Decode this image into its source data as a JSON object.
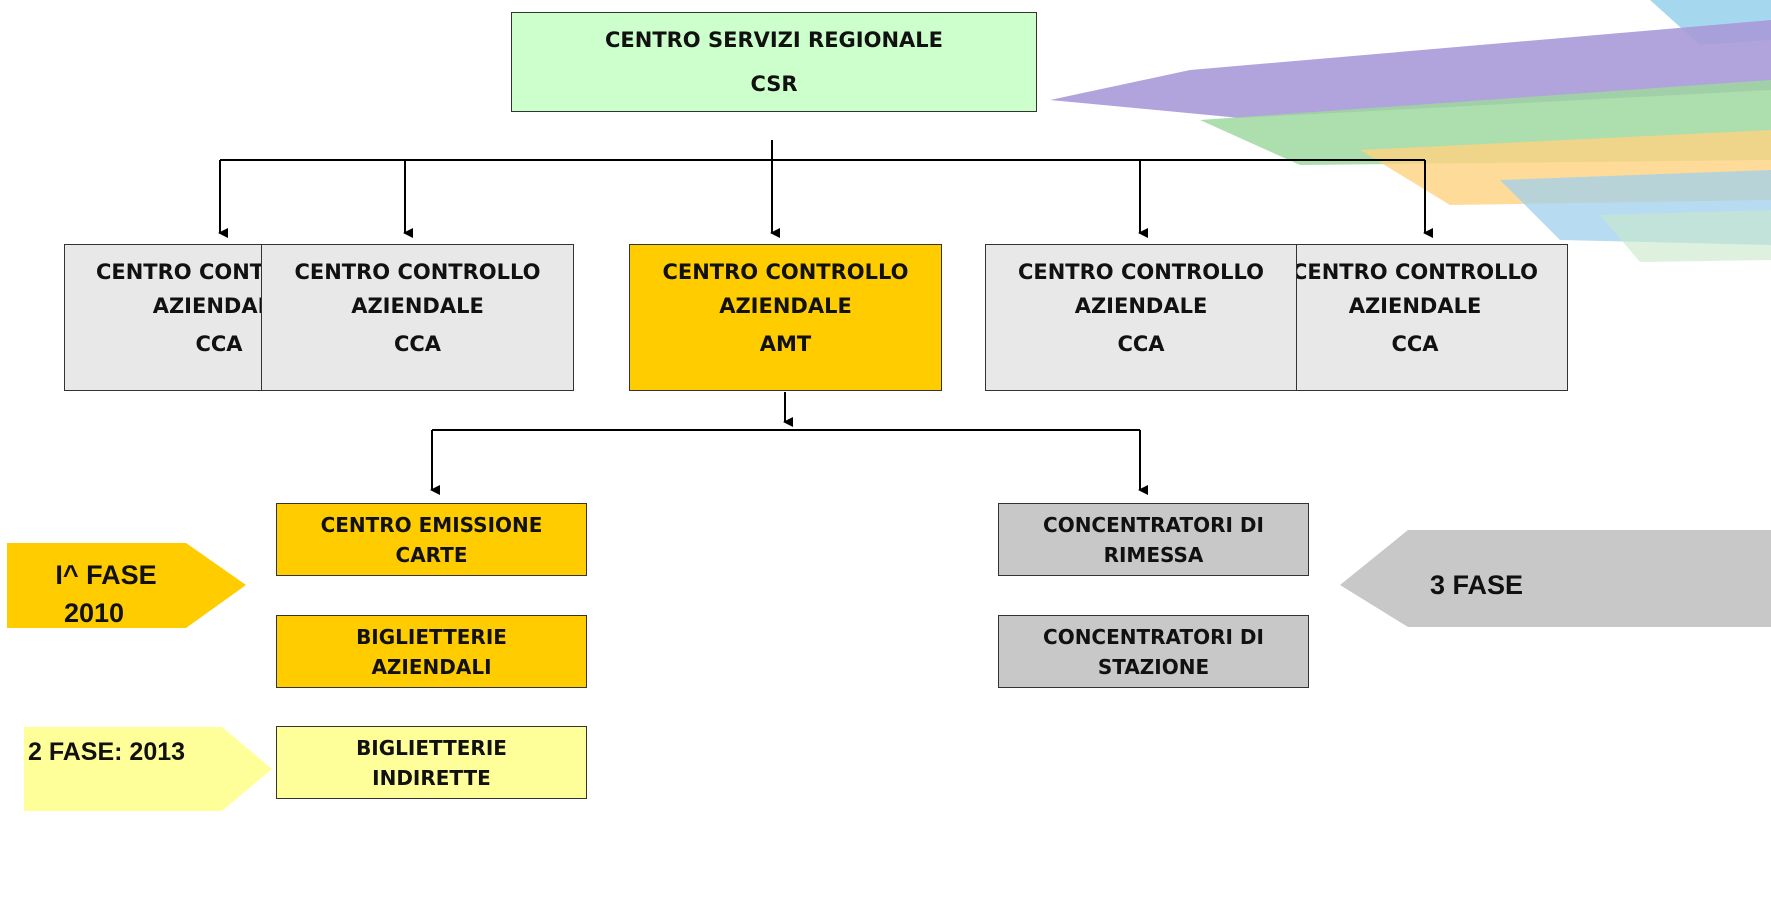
{
  "colors": {
    "csr": "#ccffcc",
    "cca": "#e8e8e8",
    "amt": "#ffcc00",
    "phase3": "#c8c8c8",
    "phase2": "#ffff99"
  },
  "csr": {
    "title": "CENTRO SERVIZI REGIONALE",
    "code": "CSR"
  },
  "ccas": [
    {
      "line1": "CENTRO CONTROLLO",
      "line2": "AZIENDALE",
      "code": "CCA"
    },
    {
      "line1": "CENTRO CONTROLLO",
      "line2": "AZIENDALE",
      "code": "CCA"
    },
    {
      "line1": "CENTRO CONTROLLO",
      "line2": "AZIENDALE",
      "code": "AMT"
    },
    {
      "line1": "CENTRO CONTROLLO",
      "line2": "AZIENDALE",
      "code": "CCA"
    },
    {
      "line1": "CENTRO CONTROLLO",
      "line2": "AZIENDALE",
      "code": "CCA"
    }
  ],
  "leaves": [
    {
      "line1": "CENTRO EMISSIONE",
      "line2": "CARTE"
    },
    {
      "line1": "BIGLIETTERIE",
      "line2": "AZIENDALI"
    },
    {
      "line1": "BIGLIETTERIE",
      "line2": "INDIRETTE"
    },
    {
      "line1": "CONCENTRATORI DI",
      "line2": "RIMESSA"
    },
    {
      "line1": "CONCENTRATORI DI",
      "line2": "STAZIONE"
    }
  ],
  "phases": {
    "phase1": {
      "line1": "I^ FASE",
      "line2": "2010"
    },
    "phase2": "2 FASE: 2013",
    "phase3": "3 FASE"
  }
}
